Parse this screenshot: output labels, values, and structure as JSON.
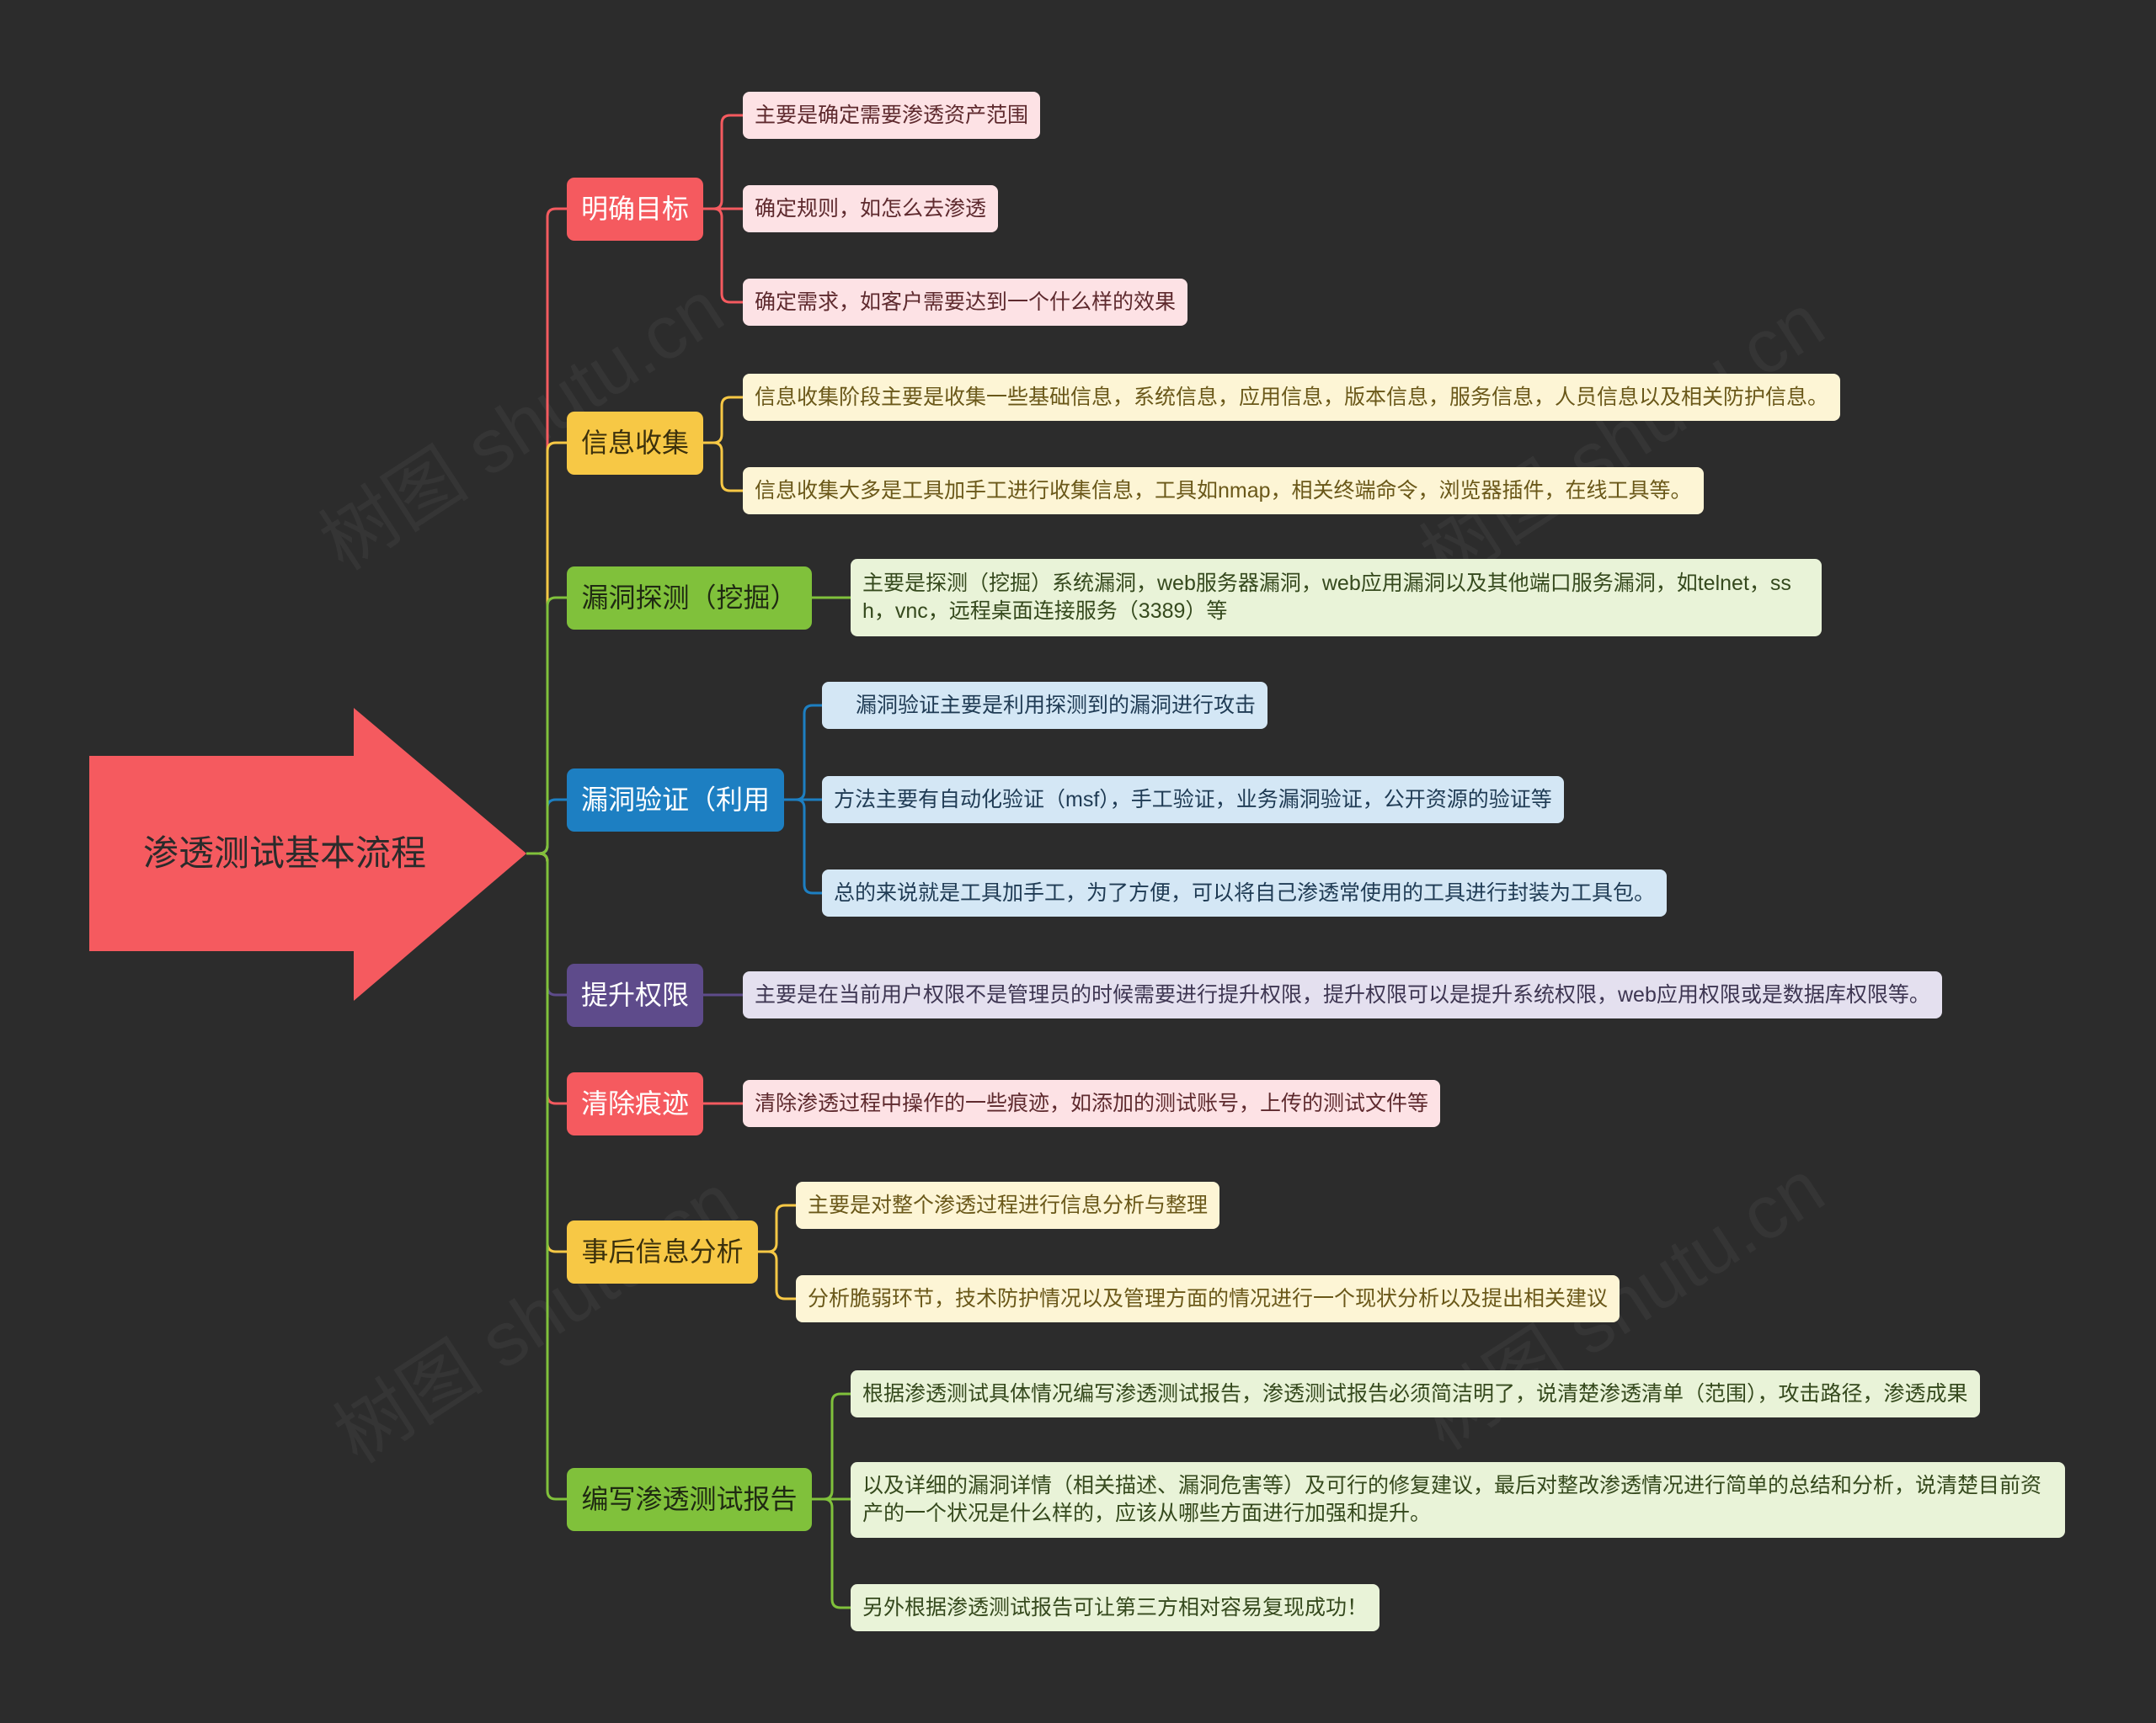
{
  "title": "渗透测试基本流程",
  "watermark": "树图 shutu.cn",
  "colors": {
    "background": "#2c2c2c",
    "central": "#f55a5f"
  },
  "branches": [
    {
      "label": "明确目标",
      "color": "#f55a5f",
      "leaf_bg": "#fde2e5",
      "items": [
        "主要是确定需要渗透资产范围",
        "确定规则，如怎么去渗透",
        "确定需求，如客户需要达到一个什么样的效果"
      ]
    },
    {
      "label": "信息收集",
      "color": "#f7c845",
      "leaf_bg": "#fdf5d5",
      "items": [
        "信息收集阶段主要是收集一些基础信息，系统信息，应用信息，版本信息，服务信息，人员信息以及相关防护信息。",
        "信息收集大多是工具加手工进行收集信息，工具如nmap，相关终端命令，浏览器插件，在线工具等。"
      ]
    },
    {
      "label": "漏洞探测（挖掘）",
      "color": "#80c13b",
      "leaf_bg": "#e9f3d8",
      "items": [
        "主要是探测（挖掘）系统漏洞，web服务器漏洞，web应用漏洞以及其他端口服务漏洞，如telnet，ssh，vnc，远程桌面连接服务（3389）等"
      ]
    },
    {
      "label": "漏洞验证（利用",
      "color": "#1d7fc2",
      "leaf_bg": "#d4e7f5",
      "items": [
        "漏洞验证主要是利用探测到的漏洞进行攻击",
        "方法主要有自动化验证（msf），手工验证，业务漏洞验证，公开资源的验证等",
        "总的来说就是工具加手工，为了方便，可以将自己渗透常使用的工具进行封装为工具包。"
      ]
    },
    {
      "label": "提升权限",
      "color": "#5e4b8b",
      "leaf_bg": "#e4e0ef",
      "items": [
        "主要是在当前用户权限不是管理员的时候需要进行提升权限，提升权限可以是提升系统权限，web应用权限或是数据库权限等。"
      ]
    },
    {
      "label": "清除痕迹",
      "color": "#f55a5f",
      "leaf_bg": "#fde2e5",
      "items": [
        "清除渗透过程中操作的一些痕迹，如添加的测试账号，上传的测试文件等"
      ]
    },
    {
      "label": "事后信息分析",
      "color": "#f7c845",
      "leaf_bg": "#fdf5d5",
      "items": [
        "主要是对整个渗透过程进行信息分析与整理",
        "分析脆弱环节，技术防护情况以及管理方面的情况进行一个现状分析以及提出相关建议"
      ]
    },
    {
      "label": "编写渗透测试报告",
      "color": "#80c13b",
      "leaf_bg": "#e9f3d8",
      "items": [
        "根据渗透测试具体情况编写渗透测试报告，渗透测试报告必须简洁明了，说清楚渗透清单（范围），攻击路径，渗透成果",
        "以及详细的漏洞详情（相关描述、漏洞危害等）及可行的修复建议，最后对整改渗透情况进行简单的总结和分析，说清楚目前资产的一个状况是什么样的，应该从哪些方面进行加强和提升。",
        "另外根据渗透测试报告可让第三方相对容易复现成功！"
      ]
    }
  ]
}
